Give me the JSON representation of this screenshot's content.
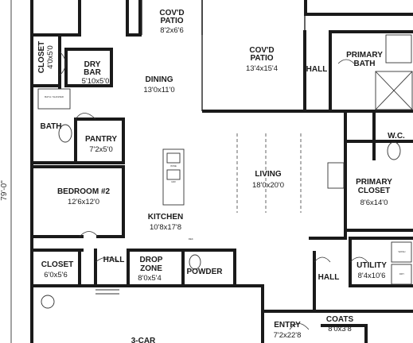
{
  "overall_dim": "79'-0\"",
  "rooms": [
    {
      "id": "covd-patio-small",
      "name": "COV'D\nPATIO",
      "dim": "8'2x6'6",
      "x": 0,
      "y": 0
    },
    {
      "id": "covd-patio-main",
      "name": "COV'D\nPATIO",
      "dim": "13'4x15'4"
    },
    {
      "id": "closet-left",
      "name": "CLOSET\n4'0x5'0",
      "dim": ""
    },
    {
      "id": "dry-bar",
      "name": "DRY\nBAR",
      "dim": "5'10x5'0"
    },
    {
      "id": "dining",
      "name": "DINING",
      "dim": "13'0x11'0"
    },
    {
      "id": "hall-top",
      "name": "HALL",
      "dim": ""
    },
    {
      "id": "primary-bath",
      "name": "PRIMARY\nBATH",
      "dim": ""
    },
    {
      "id": "bath",
      "name": "BATH",
      "dim": ""
    },
    {
      "id": "pantry",
      "name": "PANTRY",
      "dim": "7'2x5'0"
    },
    {
      "id": "living",
      "name": "LIVING",
      "dim": "18'0x20'0"
    },
    {
      "id": "wc",
      "name": "W.C.",
      "dim": ""
    },
    {
      "id": "bedroom-2",
      "name": "BEDROOM #2",
      "dim": "12'6x12'0"
    },
    {
      "id": "primary-closet",
      "name": "PRIMARY\nCLOSET",
      "dim": "8'6x14'0"
    },
    {
      "id": "kitchen",
      "name": "KITCHEN",
      "dim": "10'8x17'8"
    },
    {
      "id": "closet-bottom",
      "name": "CLOSET",
      "dim": "6'0x5'6"
    },
    {
      "id": "hall-mid",
      "name": "HALL",
      "dim": ""
    },
    {
      "id": "drop-zone",
      "name": "DROP\nZONE",
      "dim": "8'0x5'4"
    },
    {
      "id": "powder",
      "name": "POWDER",
      "dim": ""
    },
    {
      "id": "utility",
      "name": "UTILITY",
      "dim": "8'4x10'6"
    },
    {
      "id": "hall-bottom",
      "name": "HALL",
      "dim": ""
    },
    {
      "id": "coats",
      "name": "COATS",
      "dim": "8'0x3'8"
    },
    {
      "id": "entry",
      "name": "ENTRY",
      "dim": "7'2x22'8"
    },
    {
      "id": "garage",
      "name": "3-CAR",
      "dim": ""
    }
  ],
  "fixtures": {
    "bath_shower": "BATH /\nSHOWER",
    "wash": "WASH",
    "dryer": "DRY",
    "ref": "REF.",
    "wine": "WINE",
    "mw": "MW"
  }
}
